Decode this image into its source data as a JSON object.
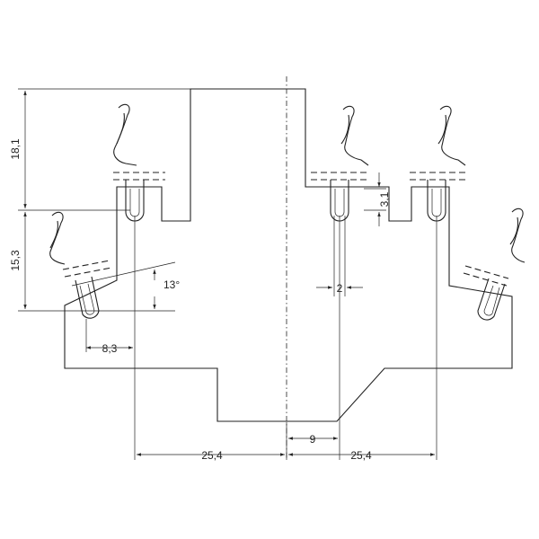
{
  "dimensions": {
    "d1": "18,1",
    "d2": "15,3",
    "d3": "13°",
    "d4": "8,3",
    "d5": "2",
    "d6": "3,1",
    "d7": "9",
    "d8": "25,4",
    "d9": "25,4"
  }
}
